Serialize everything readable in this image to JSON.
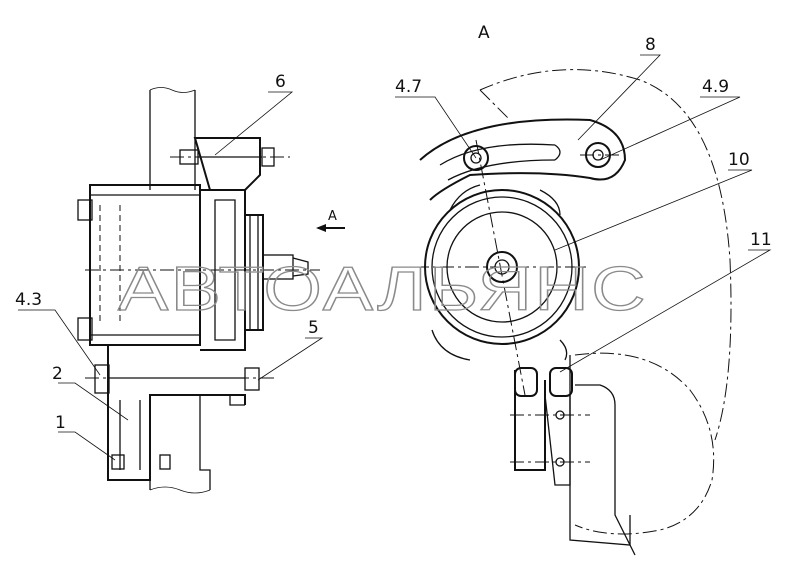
{
  "view": {
    "view_letter": "А",
    "arrow_letter": "А",
    "watermark": "АВТОАЛЬЯНС"
  },
  "callouts": [
    {
      "id": "c1",
      "text": "1"
    },
    {
      "id": "c2",
      "text": "2"
    },
    {
      "id": "c43",
      "text": "4.3"
    },
    {
      "id": "c5",
      "text": "5"
    },
    {
      "id": "c6",
      "text": "6"
    },
    {
      "id": "c47",
      "text": "4.7"
    },
    {
      "id": "c8",
      "text": "8"
    },
    {
      "id": "c49",
      "text": "4.9"
    },
    {
      "id": "c10",
      "text": "10"
    },
    {
      "id": "c11",
      "text": "11"
    }
  ]
}
